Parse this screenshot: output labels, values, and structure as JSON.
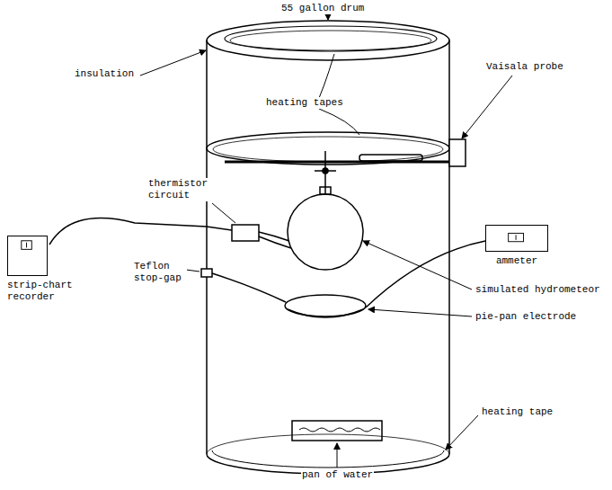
{
  "diagram": {
    "nodes": [
      {
        "text": [
          "strip-chart recorder"
        ]
      },
      {
        "text": [
          "ammeter"
        ]
      }
    ],
    "labels": [
      "55 gallon drum",
      "insulation",
      "heating tapes",
      "Vaisala probe",
      "thermistor circuit",
      "Teflon stop-gap",
      "simulated hydrometeor",
      "pie-pan electrode",
      "heating tape",
      "pan of water"
    ]
  }
}
